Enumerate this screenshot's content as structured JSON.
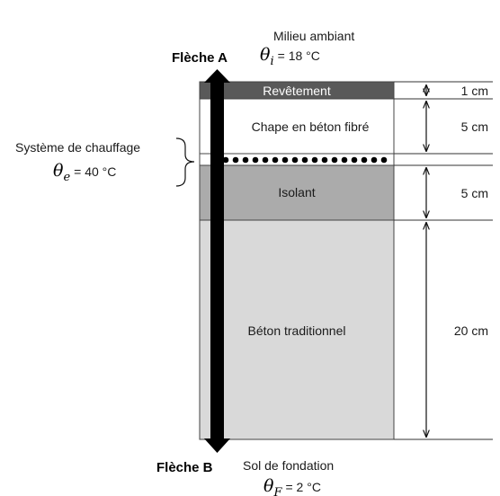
{
  "top": {
    "arrow_label": "Flèche A",
    "medium": "Milieu ambiant",
    "theta_symbol": "θ",
    "theta_sub": "i",
    "theta_value": "= 18 °C"
  },
  "bottom": {
    "arrow_label": "Flèche B",
    "medium": "Sol de fondation",
    "theta_symbol": "θ",
    "theta_sub": "F",
    "theta_value": "= 2 °C"
  },
  "heating": {
    "label": "Système de chauffage",
    "theta_symbol": "θ",
    "theta_sub": "e",
    "theta_value": "= 40 °C"
  },
  "layers": [
    {
      "name": "Revêtement",
      "thickness": "1 cm",
      "color": "#595959"
    },
    {
      "name": "Chape en béton fibré",
      "thickness": "5 cm",
      "color": "#ffffff"
    },
    {
      "name": "Isolant",
      "thickness": "5 cm",
      "color": "#ababab"
    },
    {
      "name": "Béton traditionnel",
      "thickness": "20 cm",
      "color": "#d9d9d9"
    }
  ]
}
